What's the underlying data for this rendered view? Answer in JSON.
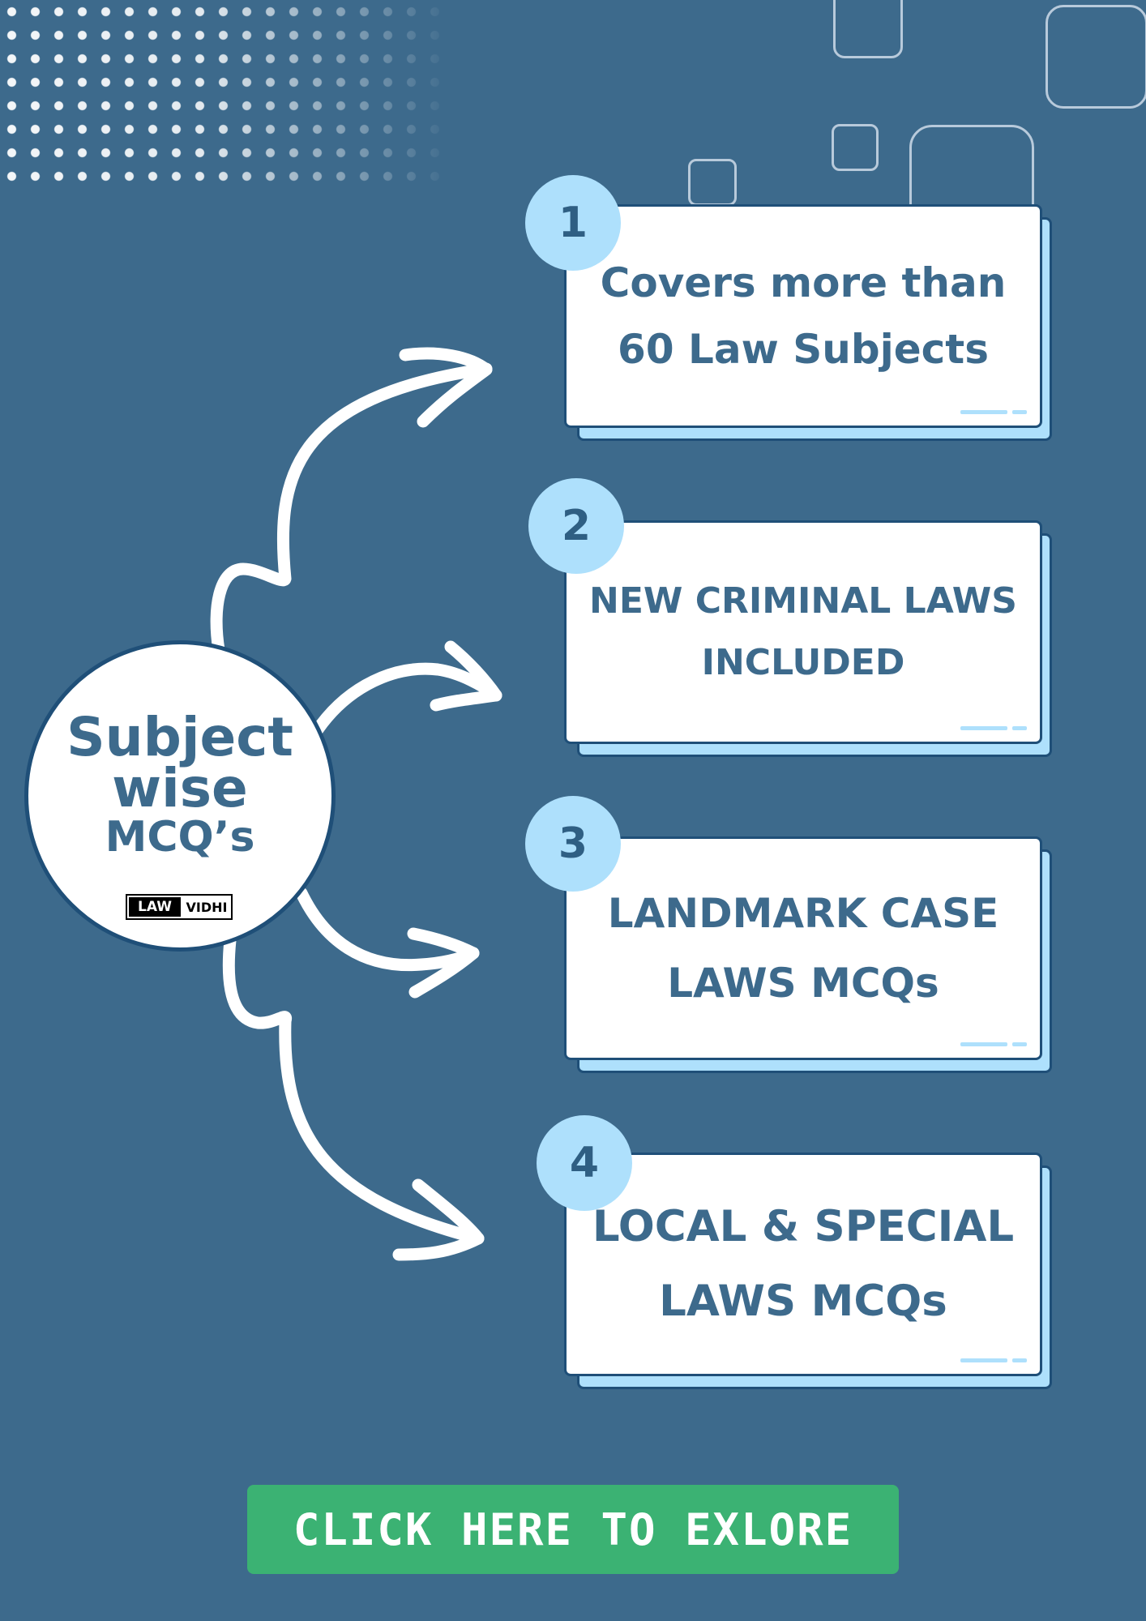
{
  "hub": {
    "line1": "Subject",
    "line2": "wise",
    "line3": "MCQ’s",
    "logo": {
      "left": "LAW",
      "right": "VIDHI"
    }
  },
  "cards": [
    {
      "number": "1",
      "lines": [
        "Covers more than",
        "60 Law Subjects"
      ]
    },
    {
      "number": "2",
      "lines": [
        "NEW CRIMINAL LAWS",
        "INCLUDED"
      ]
    },
    {
      "number": "3",
      "lines": [
        "LANDMARK CASE",
        "LAWS MCQs"
      ]
    },
    {
      "number": "4",
      "lines": [
        "LOCAL & SPECIAL",
        "LAWS MCQs"
      ]
    }
  ],
  "cta": {
    "label": "CLICK HERE TO EXLORE"
  },
  "colors": {
    "background": "#3d6a8c",
    "card_text": "#3d6a8c",
    "badge": "#aee0fc",
    "card_border": "#1f4f78",
    "cta": "#3bb273"
  }
}
